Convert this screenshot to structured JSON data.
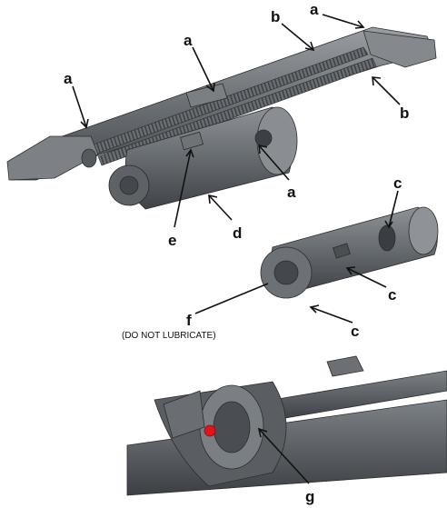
{
  "callouts": {
    "a": "a",
    "b": "b",
    "c": "c",
    "d": "d",
    "e": "e",
    "f": "f",
    "g": "g"
  },
  "note": "(DO NOT LUBRICATE)",
  "colors": {
    "metal_dark": "#555a5e",
    "metal_mid": "#7b8085",
    "metal_light": "#a3a7ab",
    "lube_point": "#e0141b"
  }
}
